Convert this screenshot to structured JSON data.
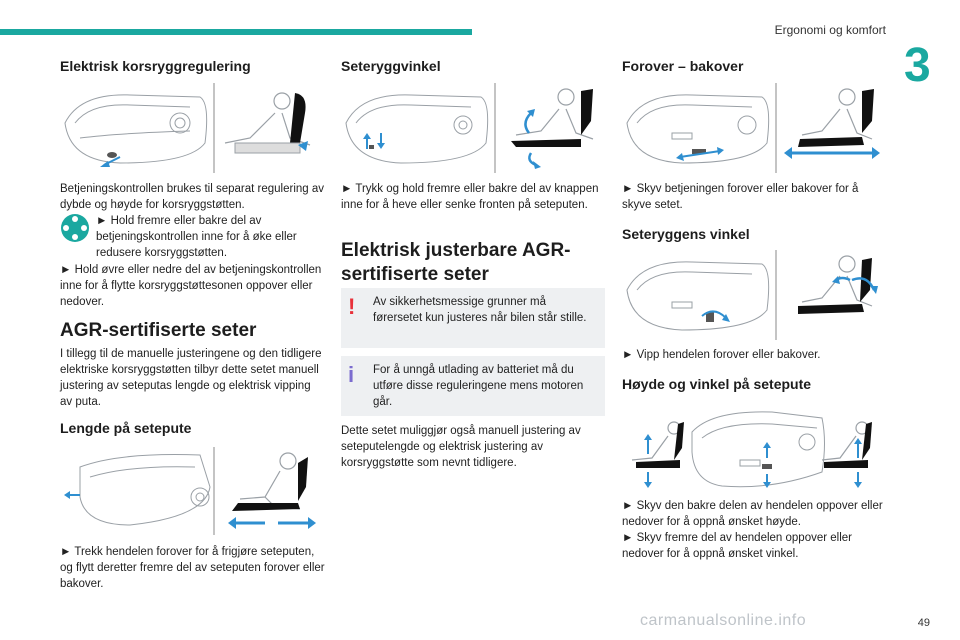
{
  "header": {
    "section": "Ergonomi og komfort",
    "chapter": "3"
  },
  "col1": {
    "h_lumbar": "Elektrisk korsryggregulering",
    "p_lumbar": "Betjeningskontrollen brukes til separat regulering av dybde og høyde for korsryggstøtten.",
    "p_lumbar_b1": "► Hold fremre eller bakre del av betjeningskontrollen inne for å øke eller redusere korsryggstøtten.",
    "p_lumbar_b2": "► Hold øvre eller nedre del av betjeningskontrollen inne for å flytte korsryggstøttesonen oppover eller nedover.",
    "h_agr": "AGR-sertifiserte seter",
    "p_agr": "I tillegg til de manuelle justeringene og den tidligere elektriske korsryggstøtten tilbyr dette setet manuell justering av seteputas lengde og elektrisk vipping av puta.",
    "h_length": "Lengde på setepute",
    "p_length": "► Trekk hendelen forover for å frigjøre seteputen, og flytt deretter fremre del av seteputen forover eller bakover."
  },
  "col2": {
    "h_angle": "Seteryggvinkel",
    "p_angle": "► Trykk og hold fremre eller bakre del av knappen inne for å heve eller senke fronten på seteputen.",
    "h_electric": "Elektrisk justerbare AGR-sertifiserte seter",
    "warn_text": "Av sikkerhetsmessige grunner må førersetet kun justeres når bilen står stille.",
    "info_text": "For å unngå utlading av batteriet må du utføre disse reguleringene mens motoren går.",
    "p_manual": "Dette setet muliggjør også manuell justering av setepute­lengde og elektrisk justering av korsryggstøtte som nevnt tidligere."
  },
  "col3": {
    "h_fwd": "Forover – bakover",
    "p_fwd": "► Skyv betjeningen forover eller bakover for å skyve setet.",
    "h_back": "Seteryggens vinkel",
    "p_back": "► Vipp hendelen forover eller bakover.",
    "h_height": "Høyde og vinkel på setepute",
    "p_height_1": "► Skyv den bakre delen av hendelen oppover eller nedover for å oppnå ønsket høyde.",
    "p_height_2": "► Skyv fremre del av hendelen oppover eller nedover for å oppnå ønsket vinkel."
  },
  "footer": {
    "page": "49",
    "watermark": "carmanualsonline.info"
  },
  "colors": {
    "accent": "#1aa8a0",
    "warning": "#e8313a",
    "info": "#7b6ccf",
    "arrow": "#2f8fd0"
  },
  "icons": [
    "lumbar-control-icon",
    "warning-icon",
    "info-icon"
  ]
}
